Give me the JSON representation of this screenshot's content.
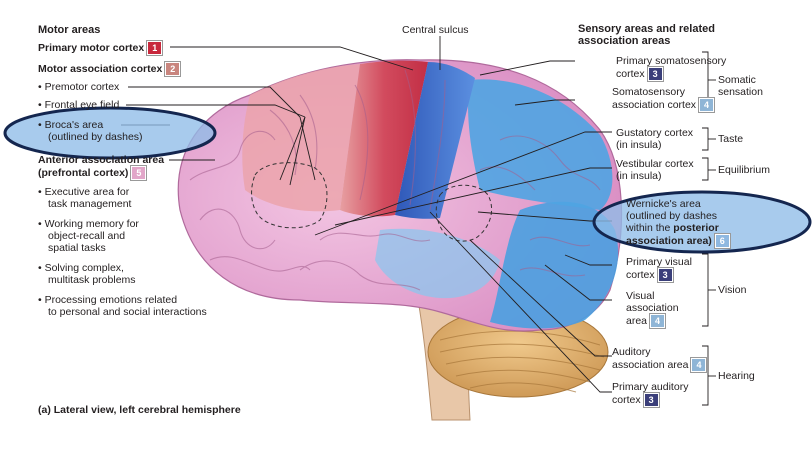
{
  "left": {
    "motor_areas": "Motor areas",
    "primary_motor_cortex": "Primary motor cortex",
    "primary_motor_num": "1",
    "motor_assoc_cortex": "Motor association cortex",
    "motor_assoc_num": "2",
    "premotor": "Premotor cortex",
    "frontal_eye": "Frontal eye field",
    "broca_1": "Broca's area",
    "broca_2": "(outlined by dashes)",
    "anterior_1": "Anterior association area",
    "anterior_2": "(prefrontal cortex)",
    "anterior_num": "5",
    "exec_1": "Executive area for",
    "exec_2": "task management",
    "wm_1": "Working memory for",
    "wm_2": "object-recall and",
    "wm_3": "spatial tasks",
    "solve_1": "Solving complex,",
    "solve_2": "multitask problems",
    "emo_1": "Processing emotions related",
    "emo_2": "to personal and social interactions",
    "caption": "(a) Lateral view, left cerebral hemisphere"
  },
  "top": {
    "central_sulcus": "Central sulcus"
  },
  "right": {
    "sensory_1": "Sensory areas and related",
    "sensory_2": "association areas",
    "psc_1": "Primary somatosensory",
    "psc_2": "cortex",
    "psc_num": "3",
    "ssa_1": "Somatosensory",
    "ssa_2": "association cortex",
    "ssa_num": "4",
    "somatic_1": "Somatic",
    "somatic_2": "sensation",
    "gust_1": "Gustatory cortex",
    "gust_2": "(in insula)",
    "taste": "Taste",
    "vest_1": "Vestibular cortex",
    "vest_2": "(in insula)",
    "equilibrium": "Equilibrium",
    "wern_1": "Wernicke's area",
    "wern_2": "(outlined by dashes",
    "wern_3": "within the",
    "wern_3b": "posterior",
    "wern_4": "association area)",
    "wern_num": "6",
    "pvc_1": "Primary visual",
    "pvc_2": "cortex",
    "pvc_num": "3",
    "vaa_1": "Visual",
    "vaa_2": "association",
    "vaa_3": "area",
    "vaa_num": "4",
    "vision": "Vision",
    "aud_1": "Auditory",
    "aud_2": "association area",
    "aud_num": "4",
    "pac_1": "Primary auditory",
    "pac_2": "cortex",
    "pac_num": "3",
    "hearing": "Hearing"
  },
  "colors": {
    "badge_1": "#c8283c",
    "badge_2": "#c9857e",
    "badge_3": "#3b3f7a",
    "badge_4": "#8fb5d6",
    "badge_5": "#e2a6c9",
    "badge_6": "#8fb8e0",
    "highlight": "#8fbde8",
    "highlight_stroke": "#14264f"
  }
}
